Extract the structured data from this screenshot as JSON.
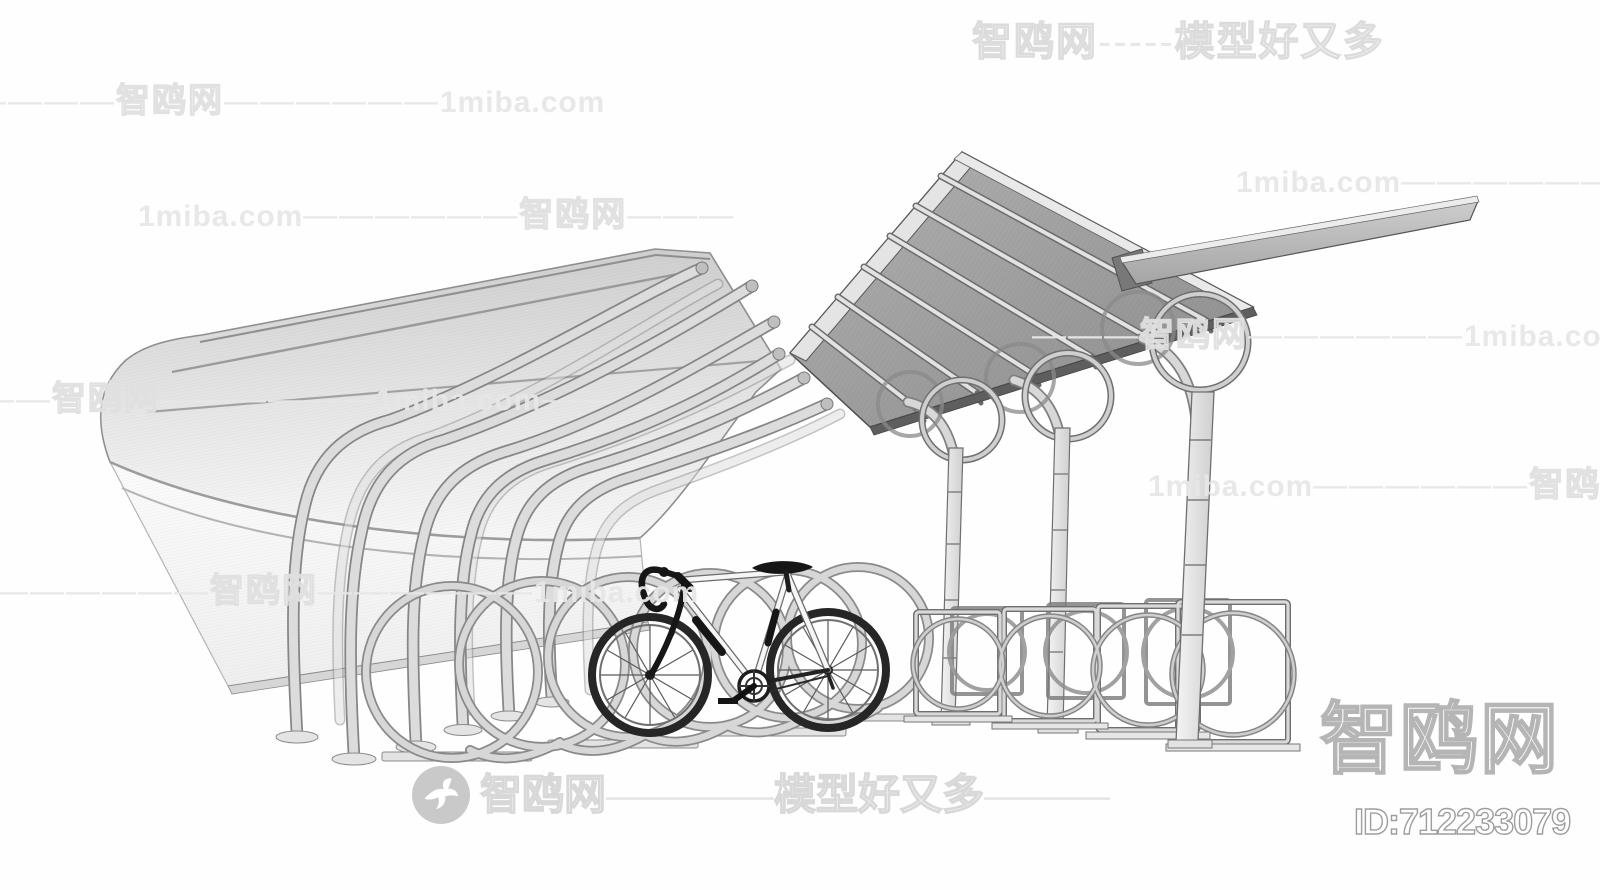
{
  "meta": {
    "kind": "3d-model-marketplace-preview",
    "subject": "bicycle shelter canopies with spiral and ring bike racks and a road bicycle"
  },
  "watermark": {
    "brand": "智鸥网",
    "slogan": "模型好又多",
    "site": "1miba.com",
    "top_banner_dashes": "-----",
    "dash2": "——",
    "dash3": "———",
    "dash4": "————",
    "dash5": "—————",
    "dash6": "——————",
    "corner_brand": "智鸥网",
    "model_id": "ID:712233079",
    "logo_icon": "seagull-icon"
  },
  "colors": {
    "background": "#fefefe",
    "watermark_light": "#e7e7e7",
    "watermark_outline": "#dcdcdc",
    "corner_outline": "#b5b5b5",
    "left_canopy_light": "#f5f5f5",
    "left_canopy_mid": "#d2d2d2",
    "right_panel_dark": "#8f8f8f",
    "tube_gray": "#dcdcdc",
    "bike_black": "#1c1c1c",
    "bike_white": "#f6f6f6",
    "logo_circle": "#c9c9c9"
  }
}
